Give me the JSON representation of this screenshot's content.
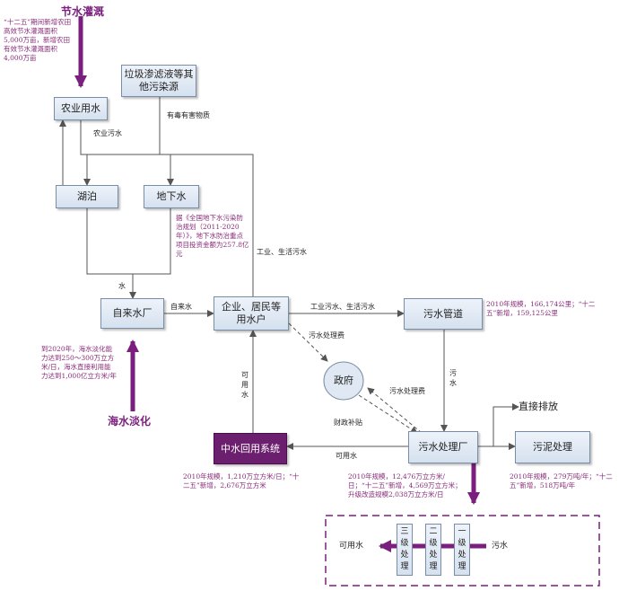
{
  "titles": {
    "water_saving_irrigation": "节水灌溉",
    "seawater_desalination": "海水淡化"
  },
  "boxes": {
    "agricultural_water": "农业用水",
    "landfill_leachate": "垃圾渗滤液等其他污染源",
    "lake": "湖泊",
    "groundwater": "地下水",
    "waterworks": "自来水厂",
    "users": "企业、居民等用水户",
    "sewer_pipe": "污水管道",
    "government": "政府",
    "reclaimed_water_system": "中水回用系统",
    "sewage_plant": "污水处理厂",
    "direct_discharge": "直接排放",
    "sludge_treatment": "污泥处理"
  },
  "edge_labels": {
    "toxic_substances": "有毒有害物质",
    "agri_sewage": "农业污水",
    "industrial_domestic_sewage_v": "工业、生活污水",
    "water": "水",
    "tap_water": "自来水",
    "industrial_domestic_sewage_h": "工业污水、生活污水",
    "sewage_fee_1": "污水处理费",
    "sewage": "污水",
    "sewage_fee_2": "污水处理费",
    "subsidy": "财政补贴",
    "usable_water_v": "可用水",
    "usable_water_h": "可用水"
  },
  "notes": {
    "irrigation_note": "“十二五”期间新增农田高效节水灌溉面积5,000万亩，新增农田有效节水灌溉面积4,000万亩",
    "groundwater_note": "据《全国地下水污染防治规划（2011-2020年）》，地下水防治重点项目投资金额为257.8亿元",
    "desalination_note": "到2020年，海水淡化能力达到250～300万立方米/日，海水直接利用能力达到1,000亿立方米/年",
    "pipe_note": "2010年规模，166,174公里；“十二五”新增，159,125公里",
    "reclaimed_note": "2010年规模，1,210万立方米/日；“十二五”新增，2,676万立方米",
    "plant_note": "2010年规模，12,476万立方米/日；“十二五”新增，4,569万立方米；升级改造规模2,038万立方米/日",
    "sludge_note": "2010年规模，279万吨/年；“十二五”新增，518万吨/年"
  },
  "process": {
    "stage3": "三级处理",
    "stage2": "二级处理",
    "stage1": "一级处理",
    "output": "可用水",
    "input": "污水"
  },
  "colors": {
    "accent": "#7a1f7d",
    "box_fill": "#dce6f2",
    "box_border": "#7a8da6",
    "dark_box": "#6b1f6e",
    "line": "#555555"
  }
}
